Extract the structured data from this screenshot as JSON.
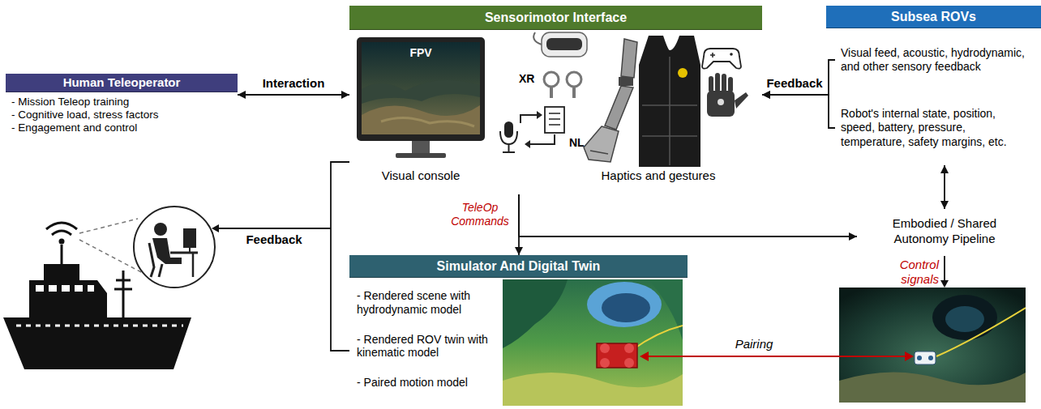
{
  "diagram": {
    "nodes": [
      {
        "text": [
          "Human Teleoperator",
          "- Mission Teleop training",
          "- Cognitive load, stress factors",
          "- Engagement and control"
        ]
      },
      {
        "text": [
          "Sensorimotor Interface"
        ]
      },
      {
        "text": [
          "Subsea ROVs"
        ]
      },
      {
        "text": [
          "Visual feed, acoustic, hydrodynamic, and other sensory feedback"
        ],
        "in": 2
      },
      {
        "text": [
          "Robot's internal state, position, speed, battery, pressure, temperature, safety margins, etc."
        ],
        "in": 2
      },
      {
        "text": [
          "Embodied / Shared Autonomy Pipeline"
        ],
        "in": 2
      },
      {
        "text": [
          "Simulator And Digital Twin",
          "- Rendered scene with hydrodynamic model",
          "- Rendered ROV twin with kinematic model",
          "- Paired motion model"
        ]
      }
    ],
    "edges": [
      {
        "from": 0,
        "to": 1,
        "label": "Interaction",
        "arrow": "both"
      },
      {
        "from": 3,
        "to": 1,
        "label": "Feedback",
        "arrow": "to"
      },
      {
        "from": 4,
        "to": 1,
        "arrow": "to"
      },
      {
        "from": 4,
        "to": 5,
        "arrow": "both"
      },
      {
        "from": 1,
        "to": 6,
        "label": "TeleOp Commands",
        "arrow": "to"
      },
      {
        "from": 1,
        "to": 5,
        "arrow": "to"
      },
      {
        "from": 1,
        "to": 6,
        "arrow": "none"
      }
    ],
    "labels": [
      "FPV",
      "XR",
      "NL",
      "Visual console",
      "Haptics and gestures",
      "Feedback",
      "Control signals",
      "Pairing"
    ]
  }
}
